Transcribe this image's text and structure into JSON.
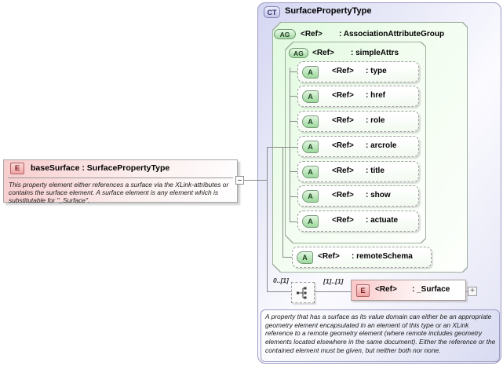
{
  "diagram": {
    "element_box": {
      "badge": "E",
      "title": "baseSurface : SurfacePropertyType",
      "annotation": "This property element either references a surface via the XLink-attributes or contains the surface element. A surface element is any element which is substitutable for \"_Surface\"."
    },
    "complex_type": {
      "badge": "CT",
      "title": "SurfacePropertyType",
      "association_attribute_group": {
        "badge": "AG",
        "ref_label": "<Ref>",
        "name_label": ": AssociationAttributeGroup"
      },
      "simple_attrs": {
        "badge": "AG",
        "ref_label": "<Ref>",
        "name_label": ": simpleAttrs",
        "attributes": [
          {
            "badge": "A",
            "ref_label": "<Ref>",
            "name_label": ": type"
          },
          {
            "badge": "A",
            "ref_label": "<Ref>",
            "name_label": ": href"
          },
          {
            "badge": "A",
            "ref_label": "<Ref>",
            "name_label": ": role"
          },
          {
            "badge": "A",
            "ref_label": "<Ref>",
            "name_label": ": arcrole"
          },
          {
            "badge": "A",
            "ref_label": "<Ref>",
            "name_label": ": title"
          },
          {
            "badge": "A",
            "ref_label": "<Ref>",
            "name_label": ": show"
          },
          {
            "badge": "A",
            "ref_label": "<Ref>",
            "name_label": ": actuate"
          }
        ]
      },
      "remote_schema": {
        "badge": "A",
        "ref_label": "<Ref>",
        "name_label": ": remoteSchema"
      },
      "content_model": {
        "cardinality_left": "0..[1]",
        "cardinality_right": "[1]..[1]",
        "surface_element": {
          "badge": "E",
          "ref_label": "<Ref>",
          "name_label": ": _Surface",
          "expand_label": "+"
        }
      },
      "annotation": "A property that has a surface as its value domain can either be an appropriate geometry element encapsulated in an element of this type or an XLink reference to a remote geometry element (where remote includes geometry elements located elsewhere in the same document). Either the reference or the contained element must be given, but neither both nor none."
    }
  }
}
